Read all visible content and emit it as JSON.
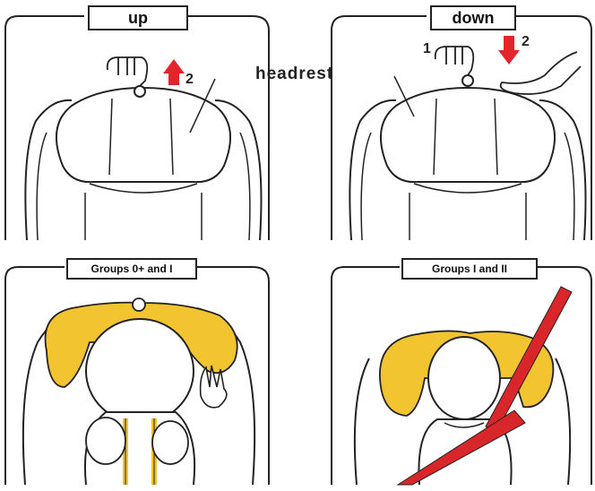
{
  "panels": {
    "up": {
      "label": "up",
      "step": "2"
    },
    "down": {
      "label": "down",
      "step_pull": "1",
      "step_push": "2"
    },
    "groups_0_1": {
      "label": "Groups 0+ and I"
    },
    "groups_1_2": {
      "label": "Groups I and II"
    }
  },
  "center_label": "headrest",
  "colors": {
    "arrow": "#e3242b",
    "cushion": "#f2c530",
    "belt": "#d9262b",
    "line": "#222222"
  }
}
